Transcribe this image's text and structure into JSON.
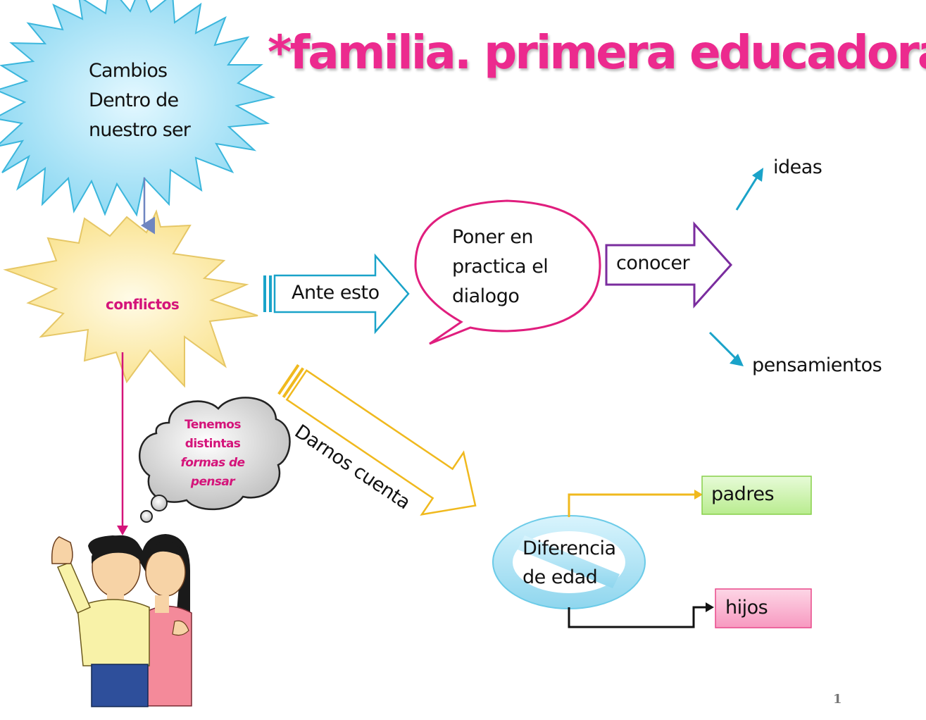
{
  "title": "*familia. primera educadora!",
  "nodes": {
    "cambios": {
      "lines": [
        "Cambios",
        "Dentro de",
        "nuestro ser"
      ]
    },
    "conflictos": {
      "label": "conflictos"
    },
    "ante_esto": {
      "label": "Ante esto"
    },
    "poner": {
      "lines": [
        "Poner en",
        "practica el",
        "dialogo"
      ]
    },
    "conocer": {
      "label": "conocer"
    },
    "ideas": {
      "label": "ideas"
    },
    "pensamientos": {
      "label": "pensamientos"
    },
    "tenemos": {
      "lines": [
        "Tenemos",
        "distintas"
      ],
      "italic_lines": [
        "formas de",
        "pensar"
      ]
    },
    "darnos_cuenta": {
      "label": "Darnos cuenta"
    },
    "diferencia": {
      "lines": [
        "Diferencia",
        "de edad"
      ]
    },
    "padres": {
      "label": "padres"
    },
    "hijos": {
      "label": "hijos"
    }
  },
  "colors": {
    "title": "#ec2a8e",
    "starburst_blue": "#8fd8f0",
    "starburst_yellow": "#fbe79a",
    "speech_bubble": "#e01e7e",
    "arrow_blue": "#1aa3c9",
    "arrow_purple": "#7a2c9e",
    "arrow_yellow": "#f0b91e",
    "padres_box": "#c9f2a6",
    "hijos_box": "#fbb7d3"
  },
  "page_number": "1"
}
